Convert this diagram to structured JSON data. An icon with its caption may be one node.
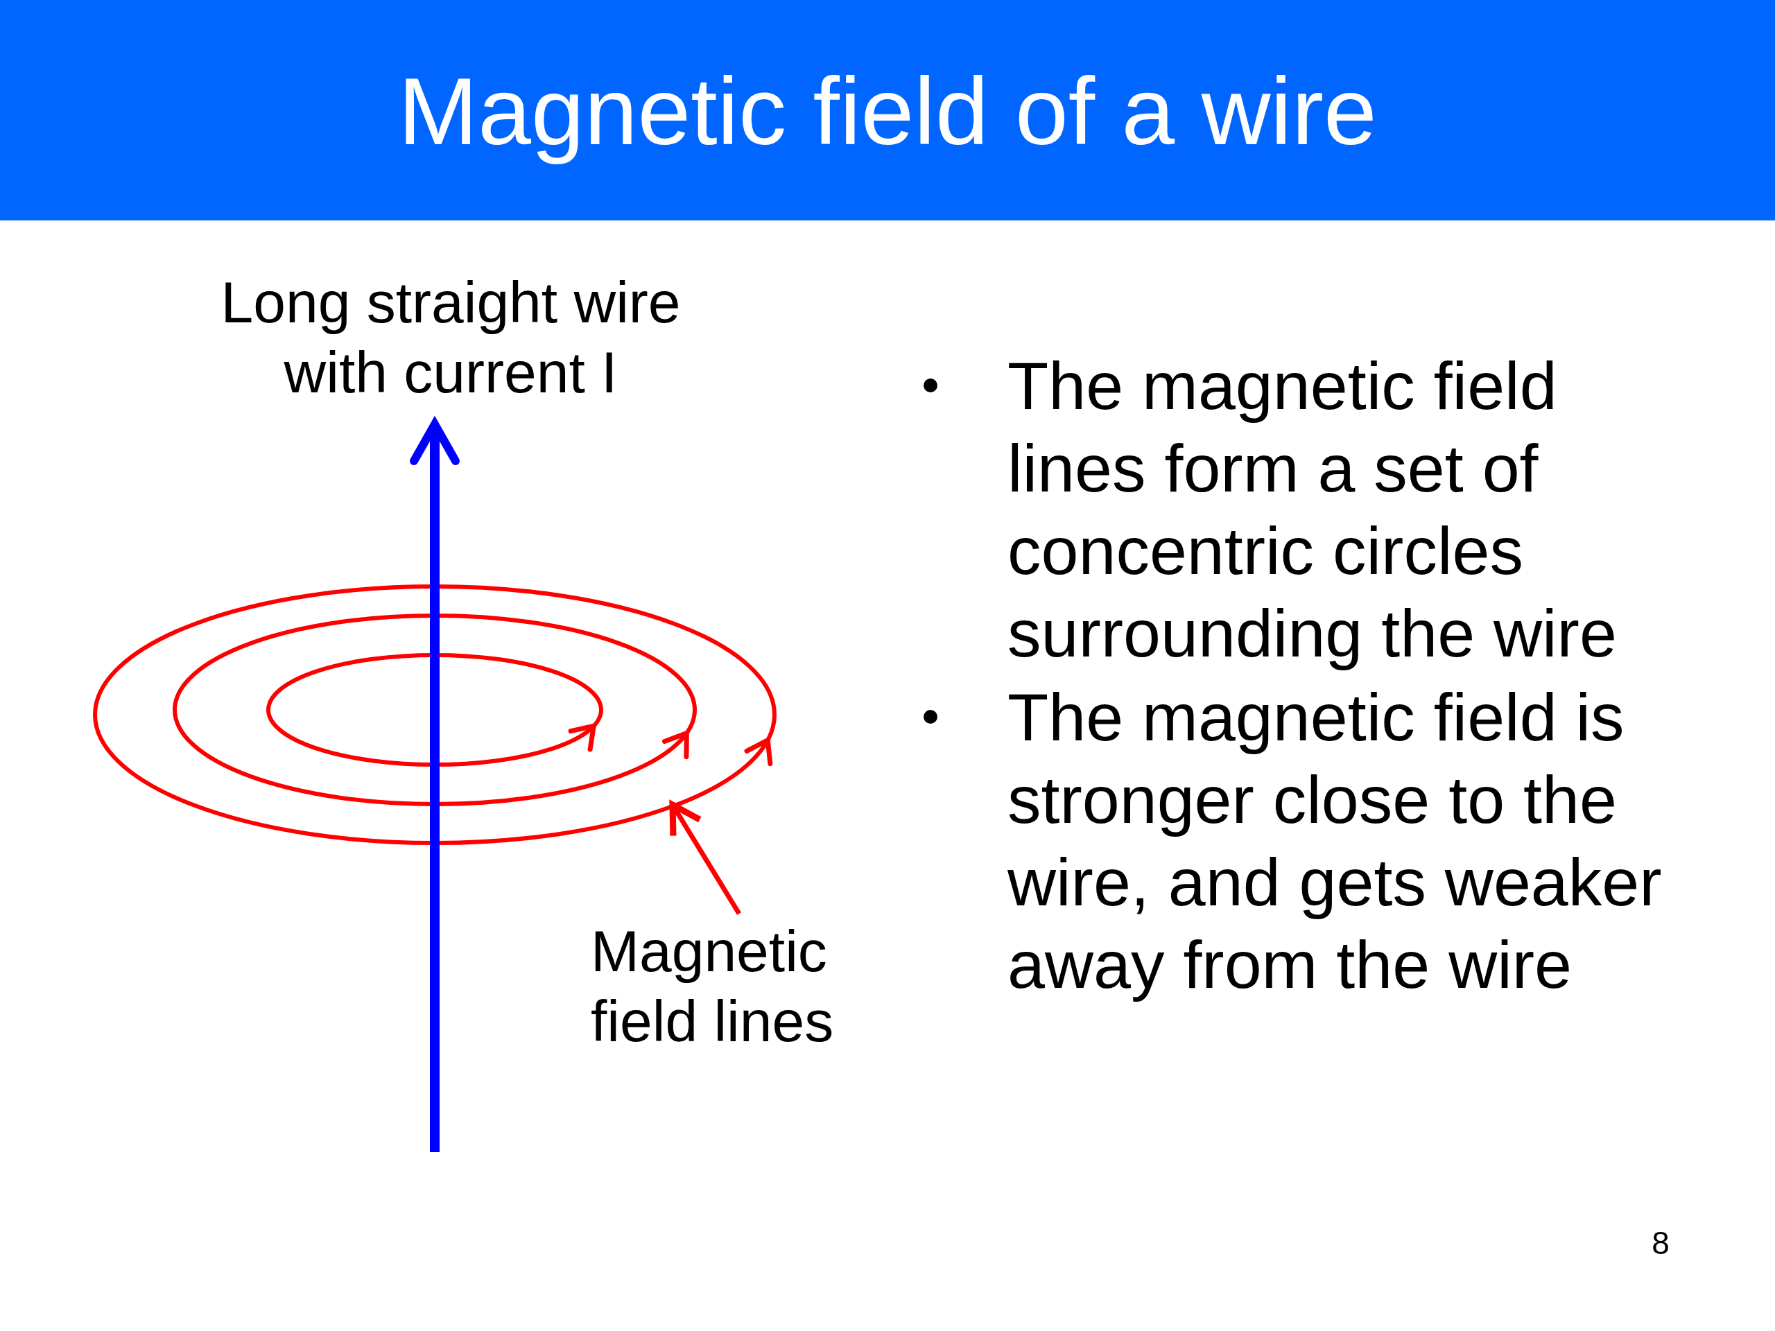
{
  "diagram": {
    "title": "Magnetic field of a wire",
    "nodes": [
      {
        "text": [
          "Magnetic field lines"
        ]
      },
      {
        "text": [],
        "shape": "ellipse"
      }
    ],
    "edges": [
      {
        "from": 0,
        "to": 1,
        "arrow": "to"
      }
    ],
    "labels": [
      "Long straight wire with current I",
      "The magnetic field lines form a set of concentric circles surrounding the wire",
      "The magnetic field is stronger close to the wire, and gets weaker away from the wire",
      "8"
    ]
  }
}
